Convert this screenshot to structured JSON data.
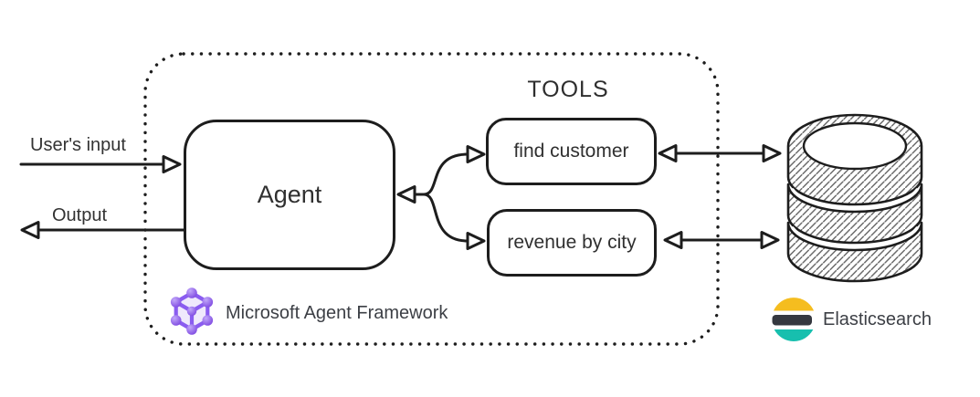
{
  "diagram": {
    "left_labels": {
      "user_input": "User's input",
      "output": "Output"
    },
    "agent_box": {
      "label": "Agent"
    },
    "tools": {
      "header": "TOOLS",
      "items": [
        {
          "label": "find customer"
        },
        {
          "label": "revenue by city"
        }
      ]
    },
    "footer": {
      "framework": "Microsoft Agent Framework",
      "datastore": "Elasticsearch"
    },
    "icons": {
      "framework_logo": "agent-framework-hexagon-icon",
      "datastore_logo": "elasticsearch-logo-icon",
      "database": "database-cylinder-sketch-icon"
    },
    "colors": {
      "line": "#1d1d1d",
      "text": "#3a3a3a",
      "purple": "#8a5cf0",
      "purple_light": "#c2a8fa",
      "purple_dark": "#7b45e0",
      "es_yellow": "#f5bd1f",
      "es_dark": "#35383f",
      "es_teal": "#17bfae"
    }
  }
}
